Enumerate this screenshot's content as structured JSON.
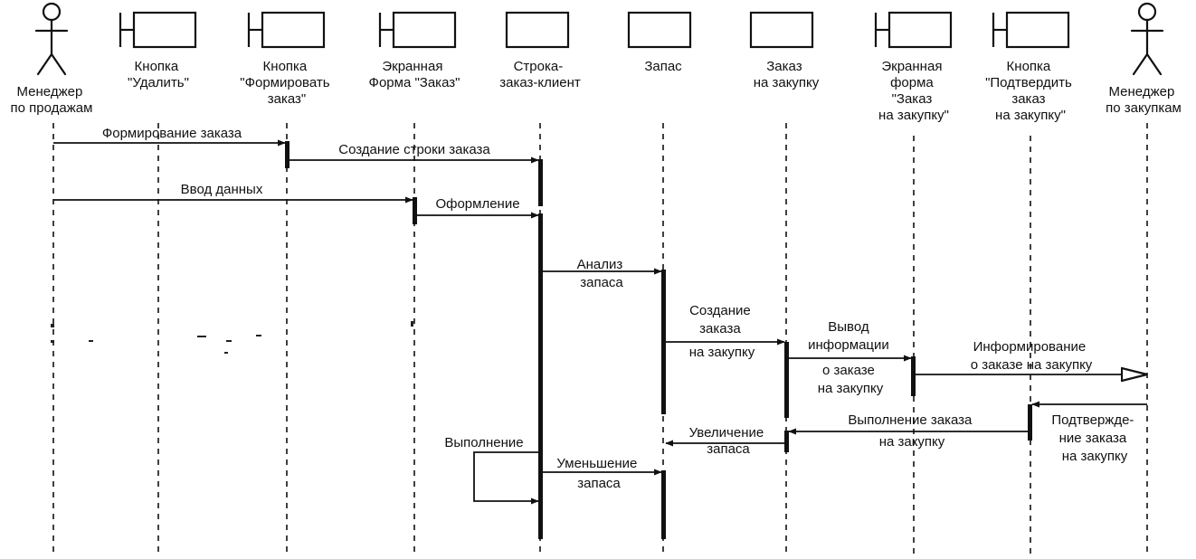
{
  "participants": [
    {
      "id": "sales_manager",
      "kind": "actor",
      "lines": [
        "Менеджер",
        "по продажам"
      ]
    },
    {
      "id": "delete_button",
      "kind": "boundary",
      "lines": [
        "Кнопка",
        "\"Удалить\""
      ]
    },
    {
      "id": "form_order_button",
      "kind": "boundary",
      "lines": [
        "Кнопка",
        "\"Формировать",
        "заказ\""
      ]
    },
    {
      "id": "order_screen",
      "kind": "boundary",
      "lines": [
        "Экранная",
        "Форма \"Заказ\""
      ]
    },
    {
      "id": "order_line",
      "kind": "entity",
      "lines": [
        "Строка-",
        "заказ-клиент"
      ]
    },
    {
      "id": "stock",
      "kind": "entity",
      "lines": [
        "Запас"
      ]
    },
    {
      "id": "purchase_order",
      "kind": "entity",
      "lines": [
        "Заказ",
        "на закупку"
      ]
    },
    {
      "id": "purchase_screen",
      "kind": "boundary",
      "lines": [
        "Экранная",
        "форма",
        "\"Заказ",
        "на закупку\""
      ]
    },
    {
      "id": "confirm_button",
      "kind": "boundary",
      "lines": [
        "Кнопка",
        "\"Подтвердить",
        "заказ",
        "на закупку\""
      ]
    },
    {
      "id": "purchase_manager",
      "kind": "actor",
      "lines": [
        "Менеджер",
        "по закупкам"
      ]
    }
  ],
  "messages": [
    {
      "id": "form_order",
      "lines": [
        "Формирование заказа"
      ]
    },
    {
      "id": "create_line",
      "lines": [
        "Создание строки заказа"
      ]
    },
    {
      "id": "enter_data",
      "lines": [
        "Ввод данных"
      ]
    },
    {
      "id": "checkout",
      "lines": [
        "Оформление"
      ]
    },
    {
      "id": "analyze_stock",
      "lines": [
        "Анализ",
        "запаса"
      ]
    },
    {
      "id": "create_purchase",
      "lines": [
        "Создание",
        "заказа",
        "на закупку"
      ]
    },
    {
      "id": "show_info",
      "lines": [
        "Вывод",
        "информации",
        "о заказе",
        "на закупку"
      ]
    },
    {
      "id": "notify",
      "lines": [
        "Информирование",
        "о заказе на закупку"
      ]
    },
    {
      "id": "confirm",
      "lines": [
        "Подтвержде-",
        "ние заказа",
        "на закупку"
      ]
    },
    {
      "id": "fulfil_purchase",
      "lines": [
        "Выполнение заказа",
        "на закупку"
      ]
    },
    {
      "id": "increase_stock",
      "lines": [
        "Увеличение",
        "запаса"
      ]
    },
    {
      "id": "execute",
      "lines": [
        "Выполнение"
      ]
    },
    {
      "id": "decrease_stock",
      "lines": [
        "Уменьшение",
        "запаса"
      ]
    }
  ]
}
